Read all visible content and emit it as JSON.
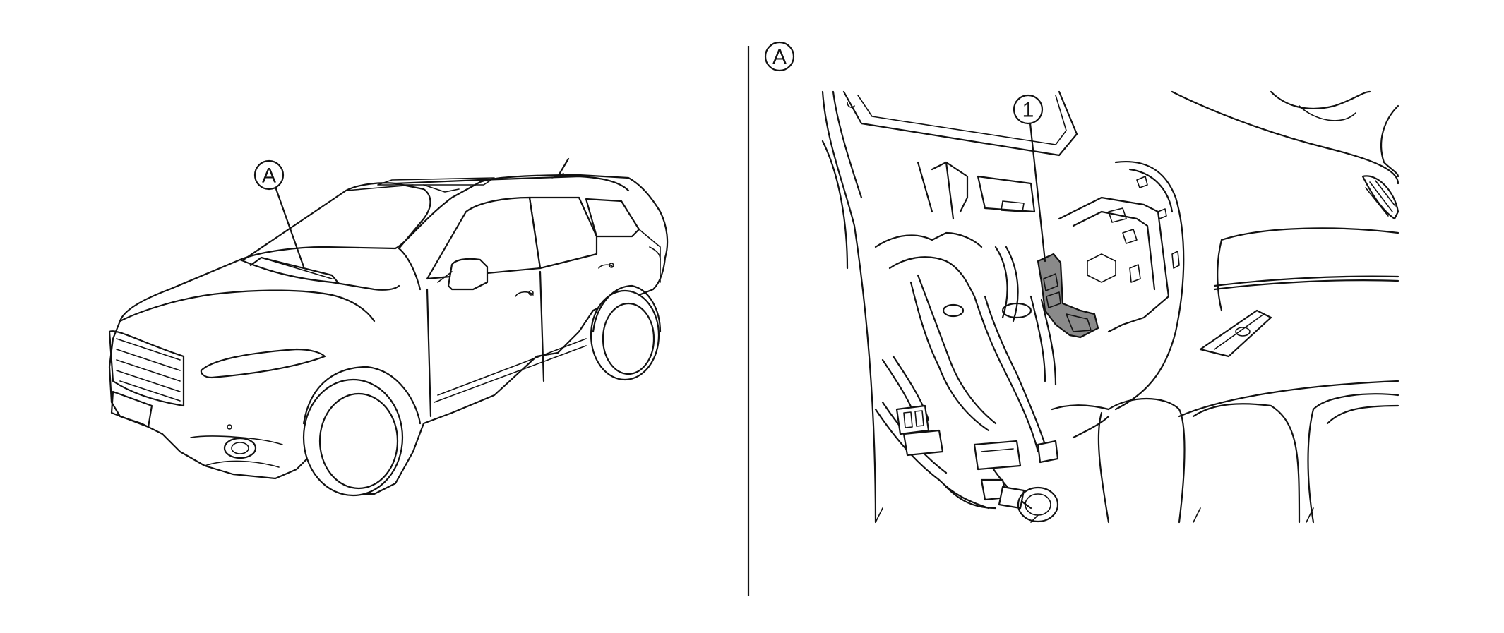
{
  "callouts": {
    "vehicle_location": "A",
    "detail_view": "A",
    "component": "1"
  },
  "colors": {
    "line": "#111111",
    "highlight": "#8a8a8a",
    "background": "#ffffff"
  }
}
